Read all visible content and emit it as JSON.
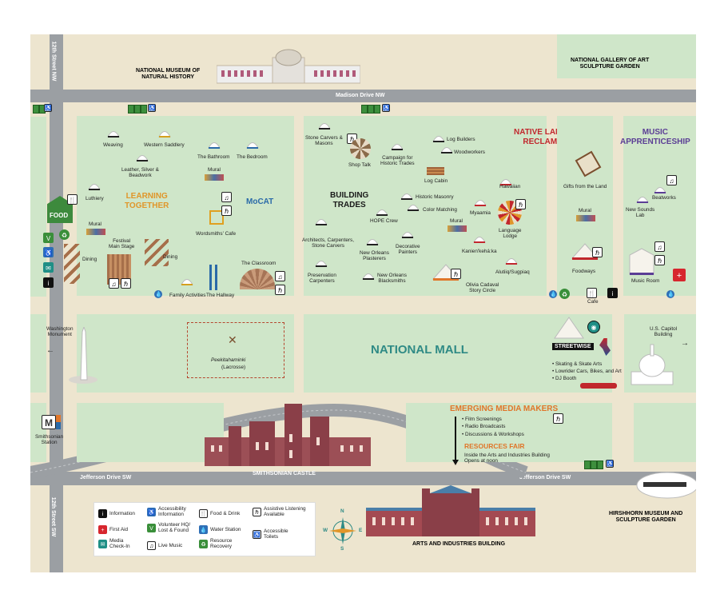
{
  "roads": {
    "madison": "Madison Drive NW",
    "jefferson_left": "Jefferson Drive SW",
    "jefferson_right": "Jefferson Drive SW",
    "street_top": "12th Street NW",
    "street_bottom": "12th Street SW"
  },
  "landmarks": {
    "natural_history": "NATIONAL MUSEUM OF\nNATURAL HISTORY",
    "gallery_garden": "NATIONAL GALLERY OF ART\nSCULPTURE GARDEN",
    "national_mall": "NATIONAL MALL",
    "washington_monument": "Washington\nMonument",
    "capitol": "U.S. Capitol\nBuilding",
    "smithsonian_castle": "SMITHSONIAN CASTLE",
    "arts_industries": "ARTS AND INDUSTRIES BUILDING",
    "hirshhorn": "HIRSHHORN MUSEUM AND\nSCULPTURE GARDEN",
    "smithsonian_station": "Smithsonian\nStation",
    "metro": "M"
  },
  "sections": {
    "learning_together": "LEARNING\nTOGETHER",
    "mocat": "MoCAT",
    "building_trades": "BUILDING\nTRADES",
    "native_language": "NATIVE LANGUAGE\nRECLAMATION",
    "music_apprenticeship": "MUSIC\nAPPRENTICESHIP",
    "food": "FOOD"
  },
  "venues": {
    "weaving": "Weaving",
    "western_saddlery": "Western Saddlery",
    "leather": "Leather, Silver &\nBeadwork",
    "the_bathroom": "The Bathroom",
    "the_bedroom": "The Bedroom",
    "mural_1": "Mural",
    "luthiery": "Luthiery",
    "mural_2": "Mural",
    "festival_main_stage": "Festival\nMain Stage",
    "dining_1": "Dining",
    "dining_2": "Dining",
    "wordsmiths_cafe": "Wordsmiths' Cafe",
    "the_classroom": "The Classroom",
    "family_activities": "Family Activities",
    "the_hallway": "The Hallway",
    "stone_carvers": "Stone Carvers &\nMasons",
    "shop_talk": "Shop Talk",
    "campaign": "Campaign for\nHistoric Trades",
    "log_builders": "Log Builders",
    "woodworkers": "Woodworkers",
    "log_cabin": "Log Cabin",
    "historic_masonry": "Historic Masonry",
    "color_matching": "Color Matching",
    "hope_crew": "HOPE Crew",
    "architects": "Architects, Carpenters,\nStone Carvers",
    "new_orleans_plasterers": "New Orleans\nPlasterers",
    "decorative_painters": "Decorative\nPainters",
    "preservation_carpenters": "Preservation\nCarpenters",
    "new_orleans_blacksmiths": "New Orleans\nBlacksmiths",
    "hawaiian": "Hawaiian",
    "myaamia": "Myaamia",
    "mural_3": "Mural",
    "language_lodge": "Language\nLodge",
    "kanienkeha": "Kanien'kehá:ka",
    "alutiiq": "Alutiiq/Sugpiaq",
    "olivia_cadaval": "Olivia Cadaval\nStory Circle",
    "gifts_from_land": "Gifts from the Land",
    "mural_4": "Mural",
    "foodways": "Foodways",
    "cafe": "Cafe",
    "beatworks": "Beatworks",
    "new_sounds_lab": "New Sounds\nLab",
    "music_room": "Music Room",
    "peekitahaminki": "Peekitahaminki",
    "lacrosse": "(Lacrosse)",
    "streetwise": "STREETWISE",
    "streetwise_items": [
      "• Skating & Skate Arts",
      "• Lowrider Cars, Bikes, and Art",
      "• DJ Booth"
    ]
  },
  "emerging": {
    "title": "EMERGING MEDIA MAKERS",
    "items": [
      "• Film Screenings",
      "• Radio Broadcasts",
      "• Discussions & Workshops"
    ],
    "resources_title": "RESOURCES FAIR",
    "resources_sub": "Inside the Arts and Industries Building\nOpens at noon"
  },
  "legend": {
    "information": "Information",
    "accessibility": "Accessibility\nInformation",
    "food_drink": "Food & Drink",
    "assistive": "Assistive Listening\nAvailable",
    "first_aid": "First Aid",
    "volunteer": "Volunteer HQ/\nLost & Found",
    "water": "Water Station",
    "toilets": "Accessible\nToilets",
    "media": "Media\nCheck-In",
    "live_music": "Live Music",
    "recovery": "Resource\nRecovery"
  },
  "compass": {
    "n": "N",
    "s": "S",
    "e": "E",
    "w": "W"
  },
  "colors": {
    "ground": "#ede5cf",
    "grass": "#cfe6c9",
    "road": "#9b9fa3",
    "learning": "#e0962a",
    "mocat": "#2a6aa8",
    "trades": "#1a1a1a",
    "native": "#c1272d",
    "music": "#5b3e95",
    "mall": "#2f8a85",
    "emerging": "#e0762a"
  }
}
